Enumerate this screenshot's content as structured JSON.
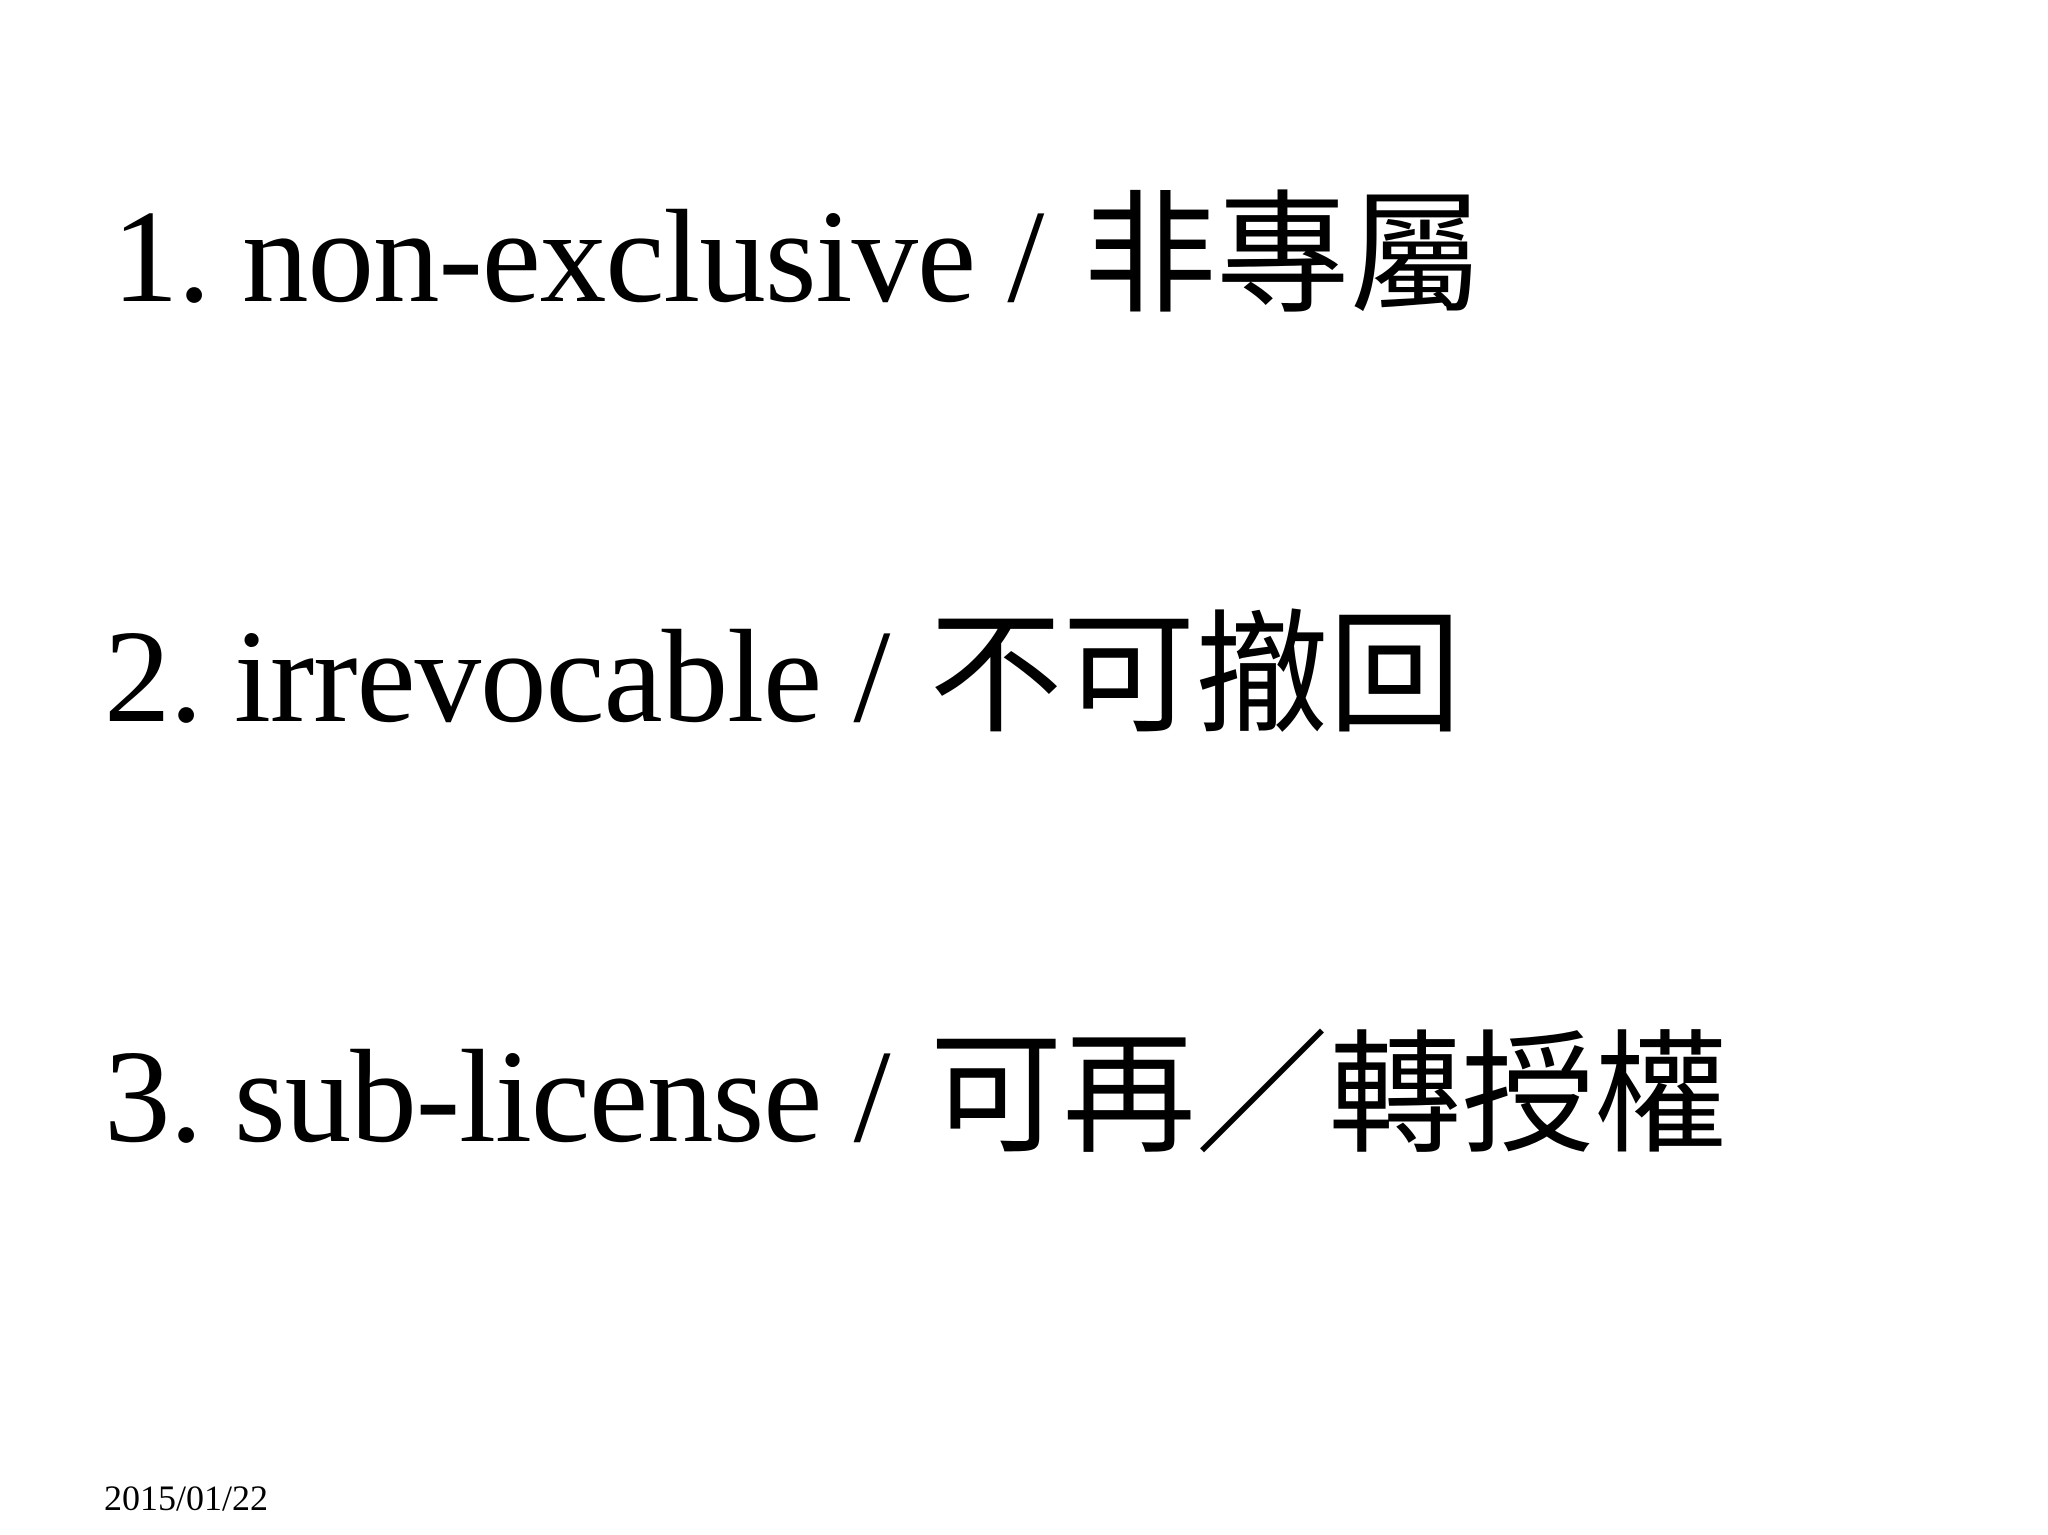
{
  "items": [
    {
      "number": "1.",
      "term": "non-exclusive",
      "separator": "/",
      "translation": "非專屬"
    },
    {
      "number": "2.",
      "term": "irrevocable",
      "separator": "/",
      "translation": "不可撤回"
    },
    {
      "number": "3.",
      "term": "sub-license",
      "separator": "/",
      "translation": "可再／轉授權"
    }
  ],
  "footer": {
    "date": "2015/01/22"
  }
}
